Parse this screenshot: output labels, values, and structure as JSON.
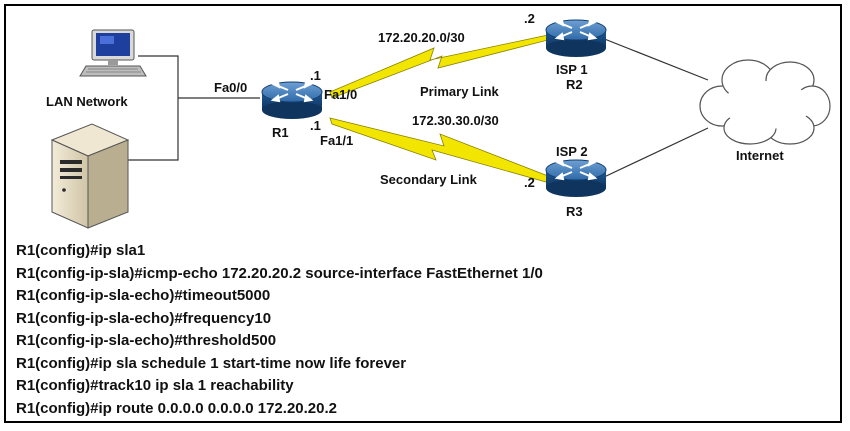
{
  "topology": {
    "lan_label": "LAN Network",
    "router_r1": {
      "name": "R1",
      "lan_interface": "Fa0/0",
      "primary_interface": "Fa1/0",
      "primary_host": ".1",
      "secondary_interface": "Fa1/1",
      "secondary_host": ".1"
    },
    "router_r2": {
      "isp": "ISP 1",
      "name": "R2",
      "host": ".2"
    },
    "router_r3": {
      "isp": "ISP 2",
      "name": "R3",
      "host": ".2"
    },
    "primary_link": {
      "network": "172.20.20.0/30",
      "label": "Primary Link"
    },
    "secondary_link": {
      "network": "172.30.30.0/30",
      "label": "Secondary Link"
    },
    "internet_label": "Internet",
    "colors": {
      "router": "#1d4f86",
      "serial_link": "#f2e600",
      "wire": "#333333"
    },
    "icons": [
      "pc-icon",
      "server-icon",
      "router-icon",
      "serial-link-icon",
      "cloud-icon"
    ]
  },
  "cli": [
    "R1(config)#ip sla1",
    "R1(config-ip-sla)#icmp-echo 172.20.20.2 source-interface FastEthernet 1/0",
    "R1(config-ip-sla-echo)#timeout5000",
    "R1(config-ip-sla-echo)#frequency10",
    "R1(config-ip-sla-echo)#threshold500",
    "R1(config)#ip sla schedule 1 start-time now life forever",
    "R1(config)#track10 ip sla 1 reachability",
    "R1(config)#ip route 0.0.0.0 0.0.0.0 172.20.20.2"
  ]
}
